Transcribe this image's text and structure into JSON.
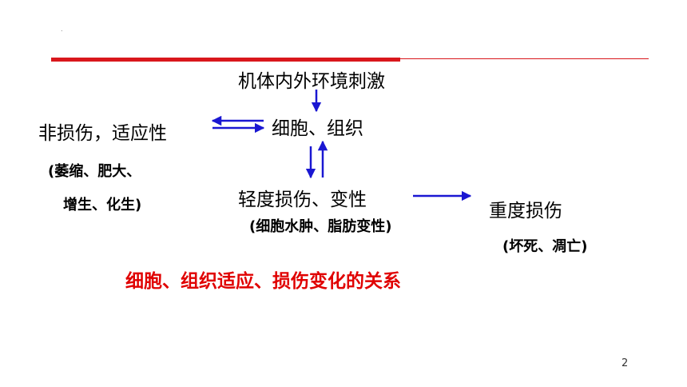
{
  "diagram": {
    "top_node": "机体内外环境刺激",
    "center_node": "细胞、组织",
    "left_node": "非损伤，适应性",
    "left_sub_1": "(萎缩、肥大、",
    "left_sub_2": "增生、化生)",
    "lower_node": "轻度损伤、变性",
    "lower_sub": "(细胞水肿、脂肪变性)",
    "right_node": "重度损伤",
    "right_sub": "(坏死、凋亡)",
    "caption": "细胞、组织适应、损伤变化的关系",
    "page_number": "2",
    "top_mark": "."
  },
  "colors": {
    "rule": "#d9171c",
    "arrow": "#1a17d2",
    "caption": "#e00000",
    "text": "#000000"
  }
}
